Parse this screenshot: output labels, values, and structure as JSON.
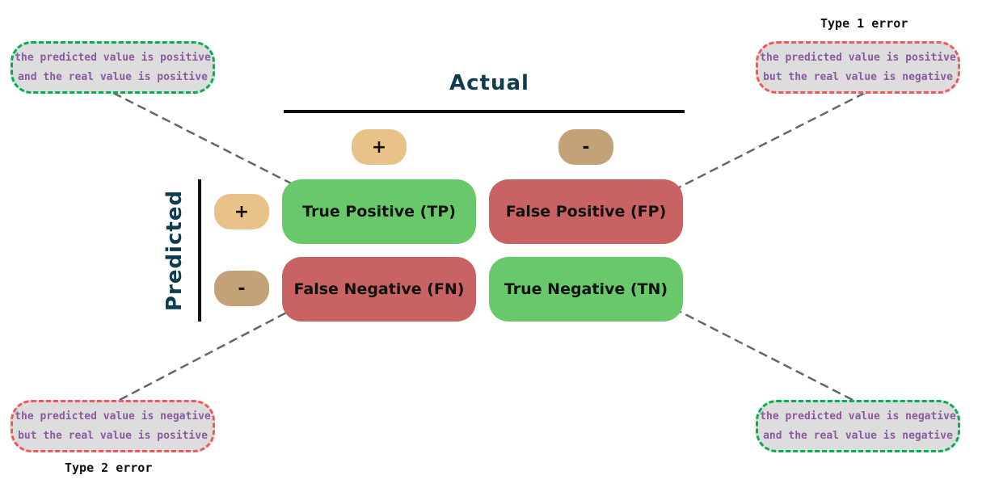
{
  "axes": {
    "actual_label": "Actual",
    "predicted_label": "Predicted"
  },
  "signs": {
    "plus": "+",
    "minus": "-"
  },
  "cells": {
    "tp": "True Positive (TP)",
    "fp": "False Positive (FP)",
    "fn": "False Negative (FN)",
    "tn": "True Negative (TN)"
  },
  "callouts": {
    "tp": {
      "line1": "the predicted value is positive",
      "line2": "and the real value is positive"
    },
    "fp": {
      "line1": "the predicted value is positive",
      "line2": "but the real value is negative"
    },
    "fn": {
      "line1": "the predicted value is negative",
      "line2": "but the real value is positive"
    },
    "tn": {
      "line1": "the predicted value is negative",
      "line2": "and the real value is negative"
    }
  },
  "errors": {
    "type1": "Type 1 error",
    "type2": "Type 2 error"
  },
  "colors": {
    "correct": "#6ac86c",
    "incorrect": "#c96363",
    "plus_pill": "#e9c28a",
    "minus_pill": "#c4a277",
    "correct_border": "#00b050",
    "error_border": "#f0595c",
    "callout_text": "#8a5a9e",
    "axis_title": "#0f3d50"
  }
}
